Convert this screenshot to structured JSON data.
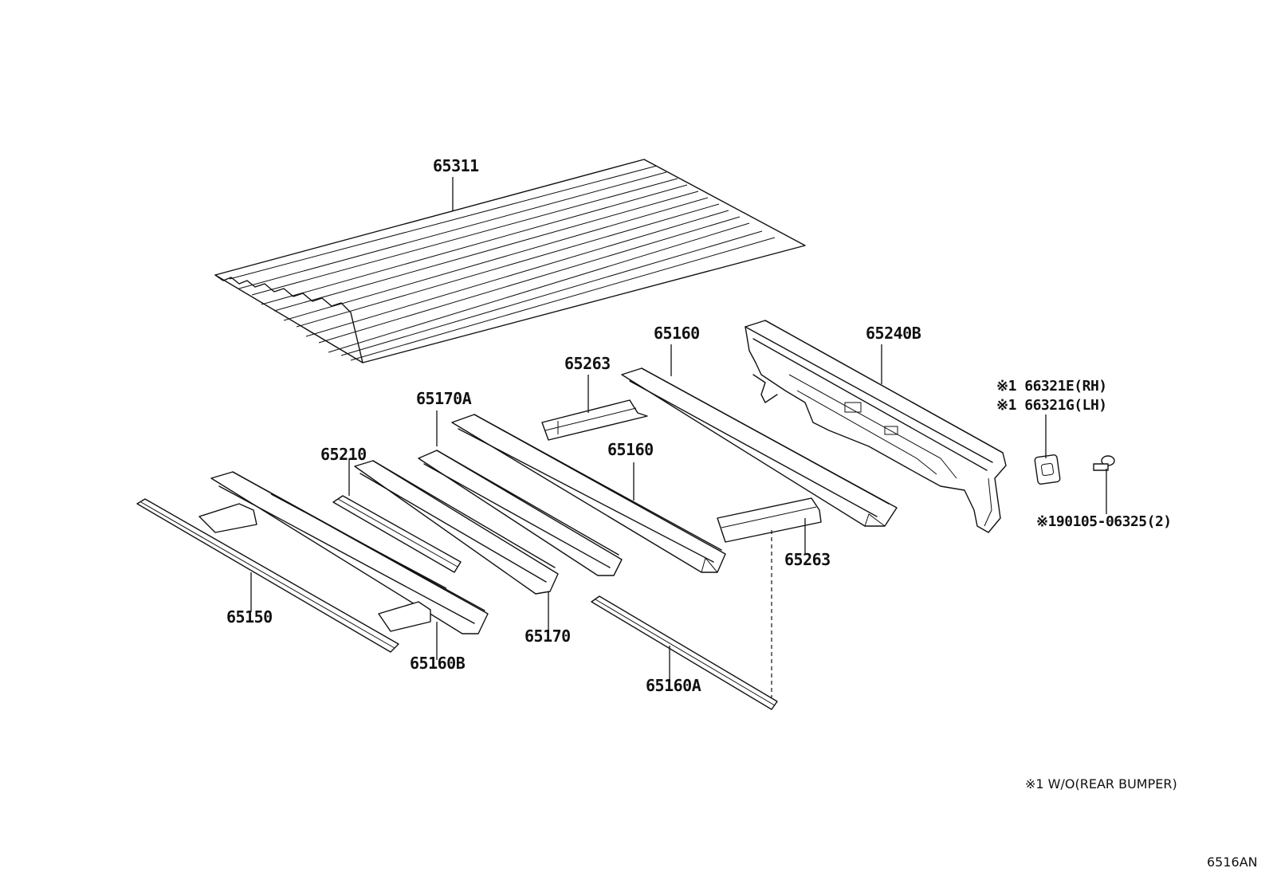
{
  "diagram": {
    "part_labels": {
      "p65311": "65311",
      "p65160_top": "65160",
      "p65240B": "65240B",
      "p65263_top": "65263",
      "p65170A": "65170A",
      "p65160_mid": "65160",
      "p65210": "65210",
      "p66321E": "※1 66321E(RH)",
      "p66321G": "※1 66321G(LH)",
      "p90105": "※190105-06325(2)",
      "p65263_bot": "65263",
      "p65150": "65150",
      "p65170": "65170",
      "p65160B": "65160B",
      "p65160A": "65160A"
    },
    "footnote": "※1 W/O(REAR BUMPER)",
    "diagram_code": "6516AN"
  },
  "colors": {
    "line": "#111111",
    "background": "#ffffff"
  }
}
